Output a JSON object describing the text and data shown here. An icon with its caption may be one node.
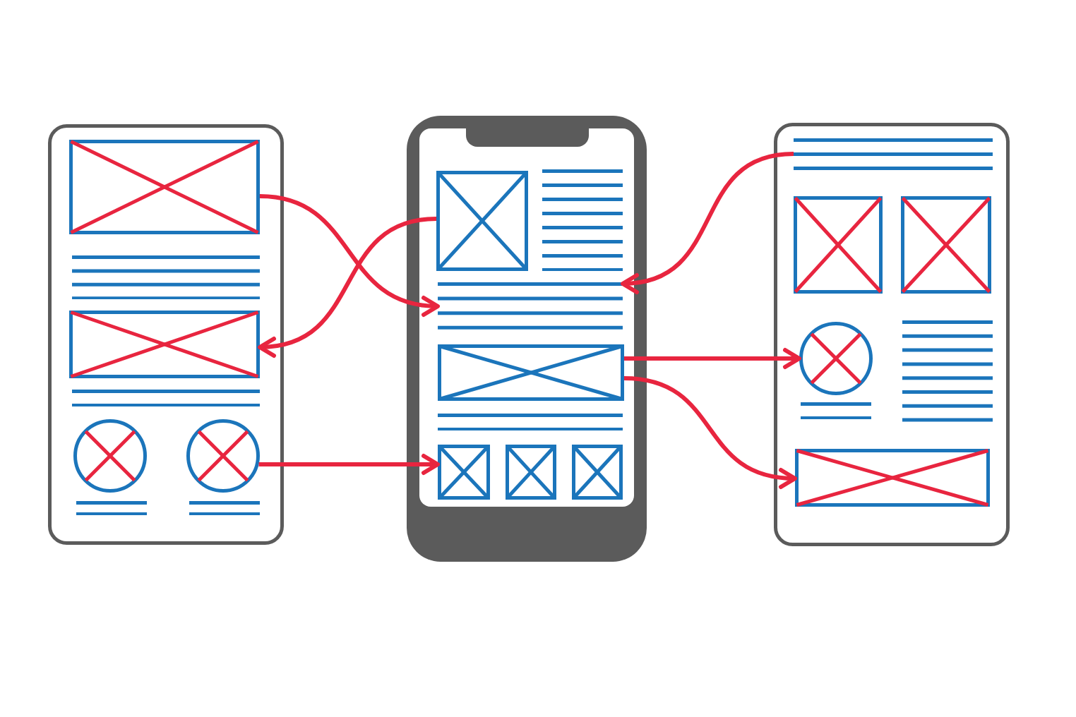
{
  "diagram": {
    "nodes": [
      {
        "text": [],
        "shape": "box"
      },
      {
        "text": [],
        "shape": "box",
        "in": 0
      },
      {
        "text": [],
        "shape": "box",
        "in": 0
      },
      {
        "text": [],
        "shape": "circle",
        "in": 0
      },
      {
        "text": [],
        "shape": "circle",
        "in": 0
      },
      {
        "text": [],
        "shape": "phone"
      },
      {
        "text": [],
        "shape": "box",
        "in": 5
      },
      {
        "text": [],
        "shape": "lines",
        "in": 5
      },
      {
        "text": [],
        "shape": "box",
        "in": 5
      },
      {
        "text": [],
        "shape": "box",
        "in": 5
      },
      {
        "text": [],
        "shape": "box",
        "in": 5
      },
      {
        "text": [],
        "shape": "box",
        "in": 5
      },
      {
        "text": [],
        "shape": "box"
      },
      {
        "text": [],
        "shape": "lines",
        "in": 12
      },
      {
        "text": [],
        "shape": "box",
        "in": 12
      },
      {
        "text": [],
        "shape": "box",
        "in": 12
      },
      {
        "text": [],
        "shape": "circle",
        "in": 12
      },
      {
        "text": [],
        "shape": "box",
        "in": 12
      }
    ],
    "edges": [
      {
        "from": 1,
        "to": 7,
        "arrow": "to"
      },
      {
        "from": 6,
        "to": 2,
        "arrow": "to"
      },
      {
        "from": 4,
        "to": 9,
        "arrow": "to"
      },
      {
        "from": 13,
        "to": 7,
        "arrow": "to"
      },
      {
        "from": 8,
        "to": 16,
        "arrow": "to"
      },
      {
        "from": 8,
        "to": 17,
        "arrow": "to"
      }
    ]
  }
}
